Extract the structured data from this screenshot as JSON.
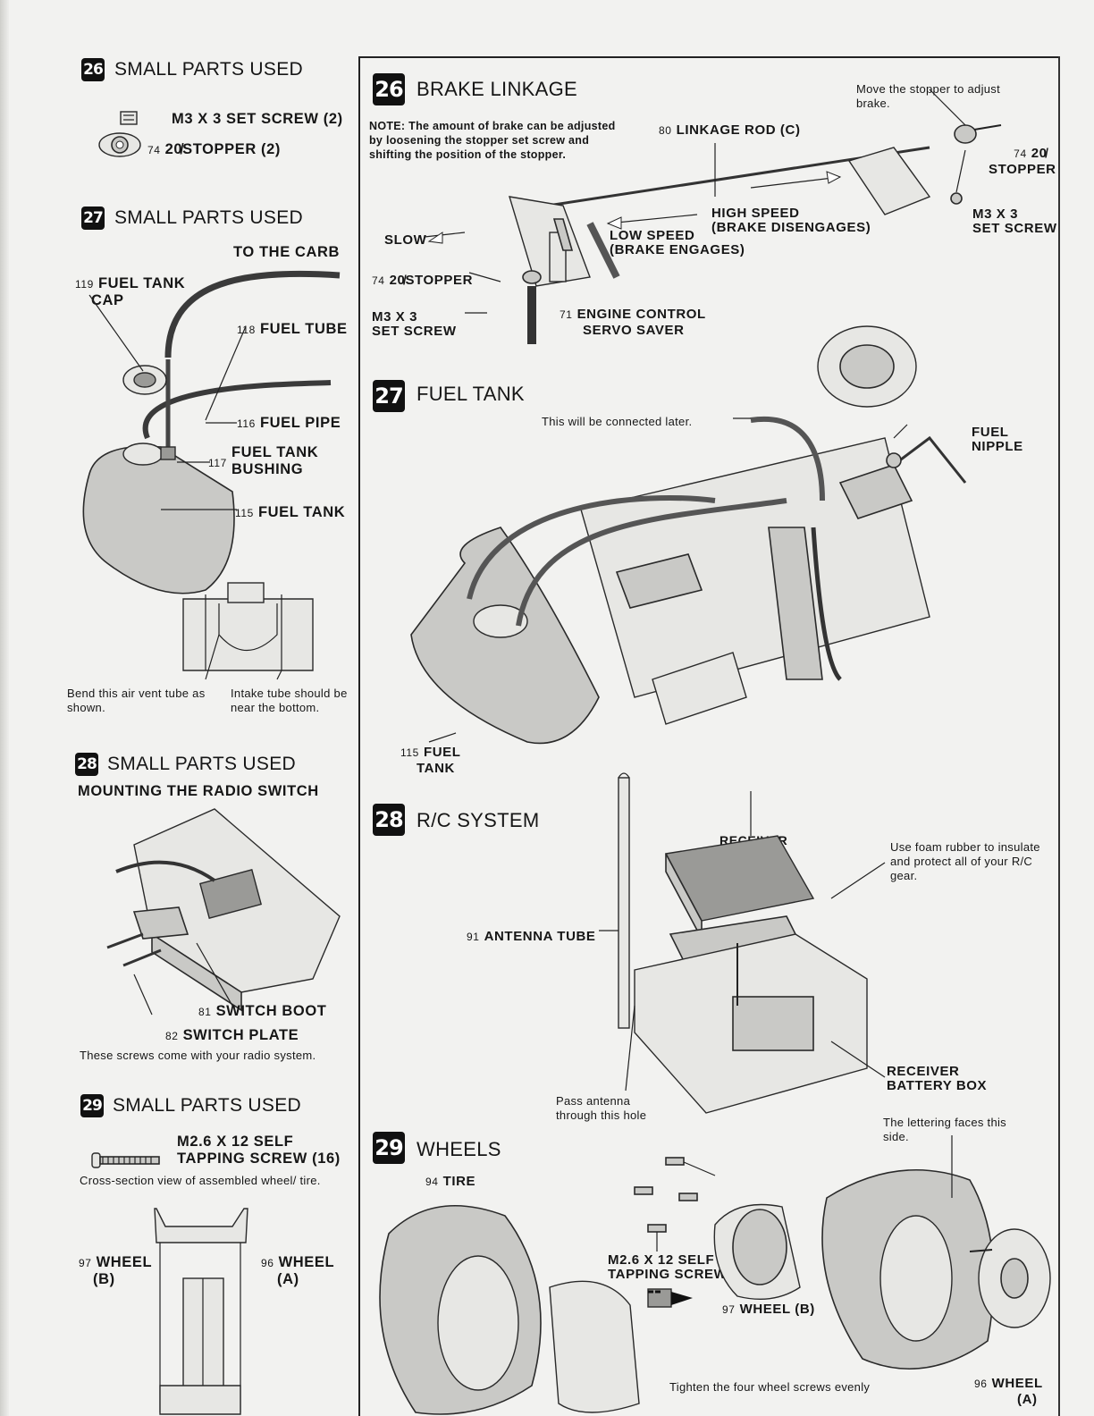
{
  "left": {
    "s26": {
      "badge": "26",
      "heading": "SMALL PARTS USED",
      "items": [
        {
          "num": "",
          "text": "M3 X 3 SET SCREW (2)"
        },
        {
          "num": "74",
          "text": "20̸STOPPER (2)"
        }
      ]
    },
    "s27": {
      "badge": "27",
      "heading": "SMALL PARTS USED",
      "to_carb": "TO THE CARB",
      "fuel_tank_cap_num": "119",
      "fuel_tank_cap": "FUEL TANK",
      "fuel_tank_cap_2": "CAP",
      "fuel_tube_num": "118",
      "fuel_tube": "FUEL TUBE",
      "fuel_pipe_num": "116",
      "fuel_pipe": "FUEL PIPE",
      "bushing_num": "117",
      "bushing_1": "FUEL TANK",
      "bushing_2": "BUSHING",
      "fuel_tank_num": "115",
      "fuel_tank": "FUEL TANK",
      "note_left": "Bend this air vent tube as shown.",
      "note_right": "Intake tube should be near the bottom."
    },
    "s28": {
      "badge": "28",
      "heading": "SMALL PARTS USED",
      "subheading": "MOUNTING THE RADIO SWITCH",
      "switch_boot_num": "81",
      "switch_boot": "SWITCH BOOT",
      "switch_plate_num": "82",
      "switch_plate": "SWITCH PLATE",
      "note": "These screws come with your radio system."
    },
    "s29": {
      "badge": "29",
      "heading": "SMALL PARTS USED",
      "screw_1": "M2.6 X 12 SELF",
      "screw_2": "TAPPING SCREW (16)",
      "note": "Cross-section view of assembled wheel/ tire.",
      "wheel_b_num": "97",
      "wheel_b_1": "WHEEL",
      "wheel_b_2": "(B)",
      "wheel_a_num": "96",
      "wheel_a_1": "WHEEL",
      "wheel_a_2": "(A)"
    }
  },
  "right": {
    "s26": {
      "badge": "26",
      "heading": "BRAKE LINKAGE",
      "note": "NOTE: The amount of brake can be adjusted by loosening the stopper set screw and shifting the position of the stopper.",
      "move_note": "Move the stopper to adjust brake.",
      "linkage_num": "80",
      "linkage": "LINKAGE ROD (C)",
      "stopper_num": "74",
      "stopper_1": "20̸",
      "stopper_2": "STOPPER",
      "high_speed": "HIGH SPEED",
      "brake_dis": "(BRAKE DISENGAGES)",
      "low_speed": "LOW SPEED",
      "brake_eng": "(BRAKE ENGAGES)",
      "set_screw_1": "M3 X 3",
      "set_screw_2": "SET SCREW",
      "slow": "SLOW",
      "stopper_left_num": "74",
      "stopper_left": "20̸STOPPER",
      "m3_1": "M3 X 3",
      "m3_2": "SET SCREW",
      "engine_num": "71",
      "engine_1": "ENGINE CONTROL",
      "engine_2": "SERVO SAVER"
    },
    "s27": {
      "badge": "27",
      "heading": "FUEL TANK",
      "connect_note": "This will be connected later.",
      "nipple_1": "FUEL",
      "nipple_2": "NIPPLE",
      "tank_num": "115",
      "tank_1": "FUEL",
      "tank_2": "TANK"
    },
    "s28": {
      "badge": "28",
      "heading": "R/C SYSTEM",
      "receiver": "RECEIVER",
      "foam_note": "Use foam rubber to insulate and protect all of your R/C gear.",
      "antenna_num": "91",
      "antenna": "ANTENNA TUBE",
      "battery_1": "RECEIVER",
      "battery_2": "BATTERY BOX",
      "pass_note": "Pass antenna through this hole"
    },
    "s29": {
      "badge": "29",
      "heading": "WHEELS",
      "tire_num": "94",
      "tire": "TIRE",
      "lettering_note": "The lettering faces this side.",
      "screws_1": "M2.6 X 12 SELF",
      "screws_2": "TAPPING SCREWS",
      "wheel_b_num": "97",
      "wheel_b": "WHEEL (B)",
      "tighten_note": "Tighten the four wheel screws evenly",
      "wheel_a_num": "96",
      "wheel_a_1": "WHEEL",
      "wheel_a_2": "(A)"
    }
  }
}
